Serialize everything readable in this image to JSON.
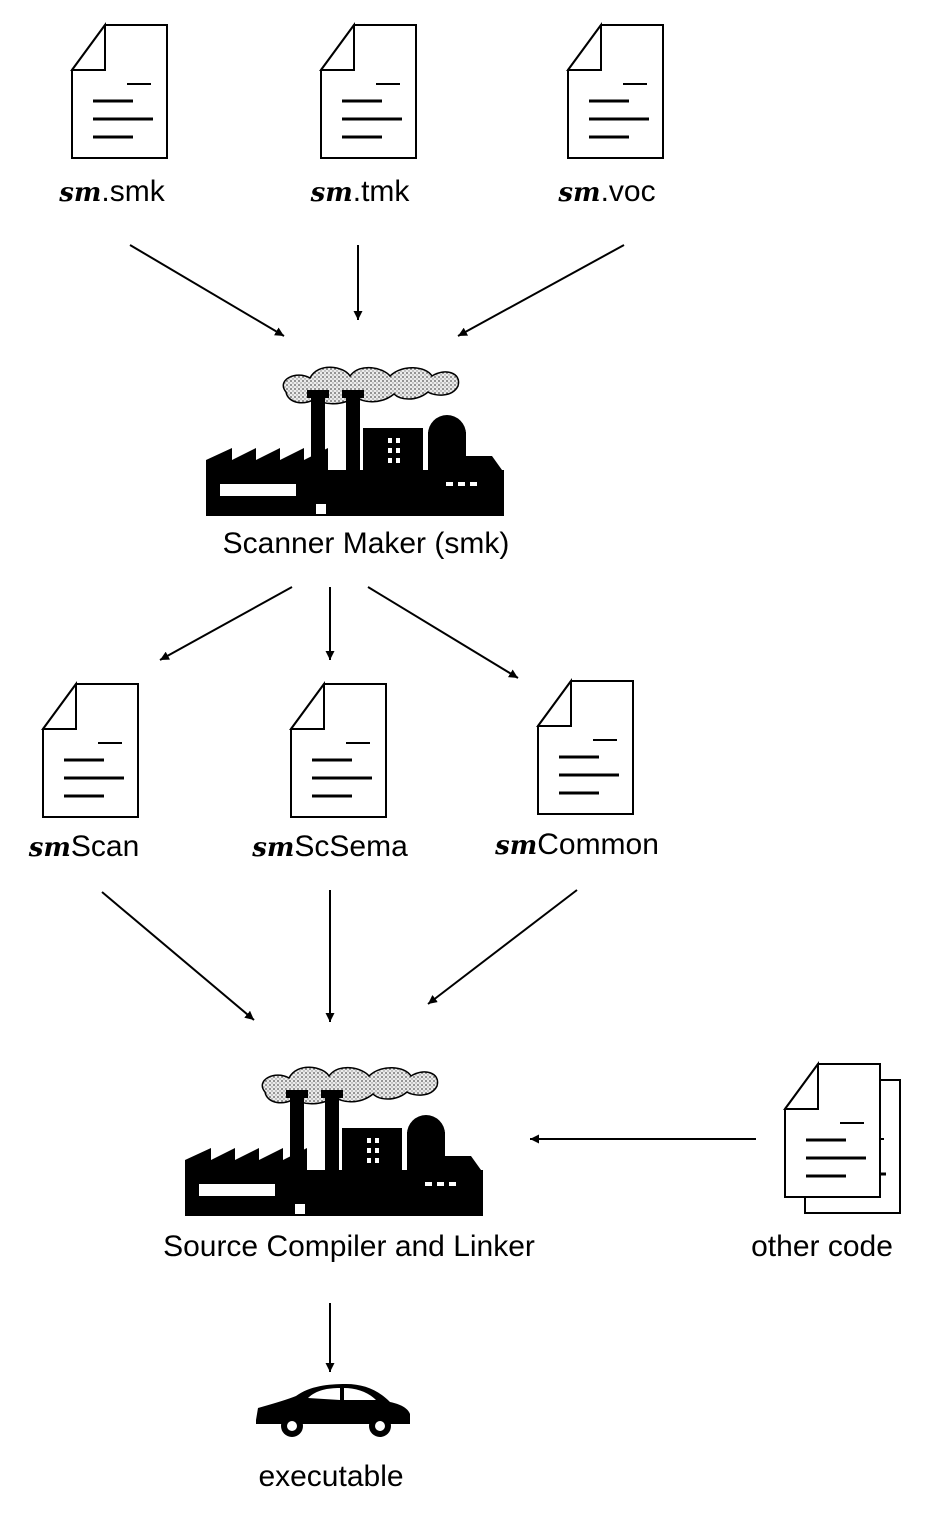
{
  "inputs": [
    {
      "prefix": "sm",
      "suffix": ".smk"
    },
    {
      "prefix": "sm",
      "suffix": ".tmk"
    },
    {
      "prefix": "sm",
      "suffix": ".voc"
    }
  ],
  "scanner_maker": {
    "label": "Scanner Maker (smk)",
    "icon": "factory-icon"
  },
  "outputs": [
    {
      "prefix": "sm",
      "suffix": "Scan"
    },
    {
      "prefix": "sm",
      "suffix": "ScSema"
    },
    {
      "prefix": "sm",
      "suffix": "Common"
    }
  ],
  "compiler": {
    "label": "Source Compiler and Linker",
    "icon": "factory-icon"
  },
  "other_code": {
    "label": "other code",
    "icon": "stacked-documents-icon"
  },
  "executable": {
    "label": "executable",
    "icon": "car-icon"
  },
  "colors": {
    "ink": "#000000",
    "smoke": "#d0d0d0",
    "paper": "#ffffff"
  }
}
